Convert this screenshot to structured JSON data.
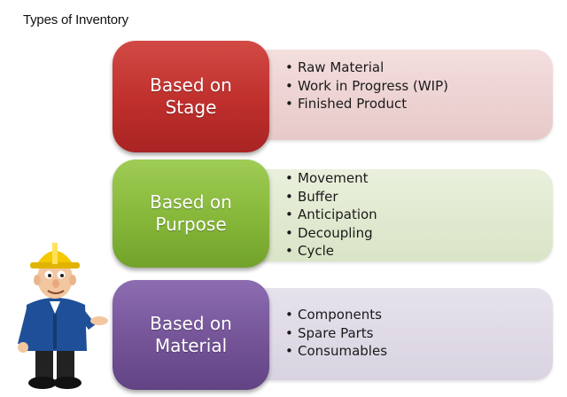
{
  "title": "Types of Inventory",
  "categories": [
    {
      "line1": "Based on",
      "line2": "Stage",
      "items": [
        "Raw Material",
        "Work in Progress (WIP)",
        "Finished Product"
      ]
    },
    {
      "line1": "Based on",
      "line2": "Purpose",
      "items": [
        "Movement",
        "Buffer",
        "Anticipation",
        "Decoupling",
        "Cycle"
      ]
    },
    {
      "line1": "Based on",
      "line2": "Material",
      "items": [
        "Components",
        "Spare Parts",
        "Consumables"
      ]
    }
  ],
  "colors": {
    "stage": "#bf2f2c",
    "purpose": "#86b739",
    "material": "#745497"
  },
  "illustration": "construction-worker-icon"
}
